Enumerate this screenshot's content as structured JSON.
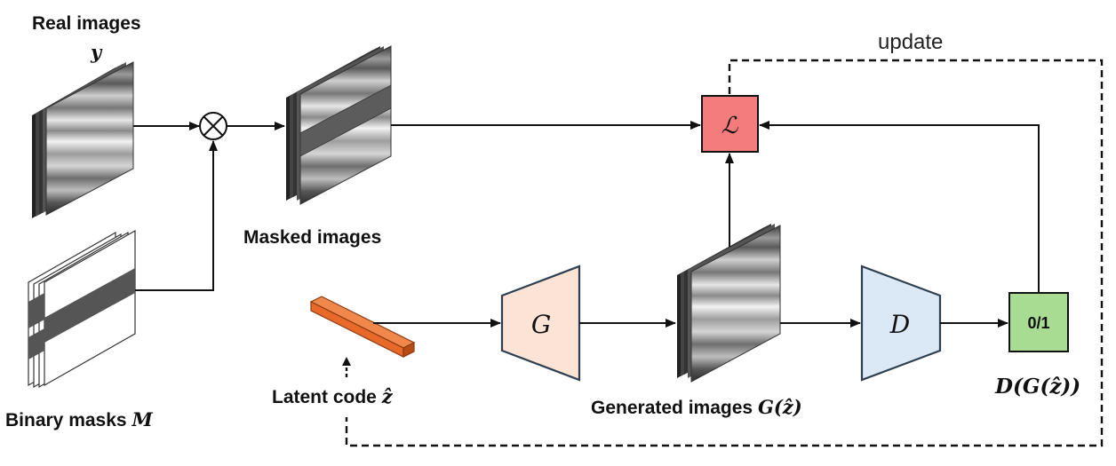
{
  "labels": {
    "real_images": "Real images",
    "real_images_symbol": "y",
    "binary_masks": "Binary masks",
    "binary_masks_symbol": "M",
    "masked_images": "Masked images",
    "latent_code": "Latent code",
    "latent_code_symbol": "ẑ",
    "generated_images": "Generated images",
    "generated_images_symbol": "G(ẑ)",
    "discriminator_output": "D(G(ẑ))",
    "update": "update"
  },
  "nodes": {
    "generator": "G",
    "discriminator": "D",
    "loss": "ℒ",
    "multiply": "⊗",
    "output": "0/1"
  },
  "colors": {
    "loss_fill": "#f47c7c",
    "generator_fill": "#fbe4d6",
    "discriminator_fill": "#dbe8f5",
    "output_fill": "#a9dc93",
    "latent_fill": "#e8692a",
    "latent_dark": "#b84c17"
  }
}
